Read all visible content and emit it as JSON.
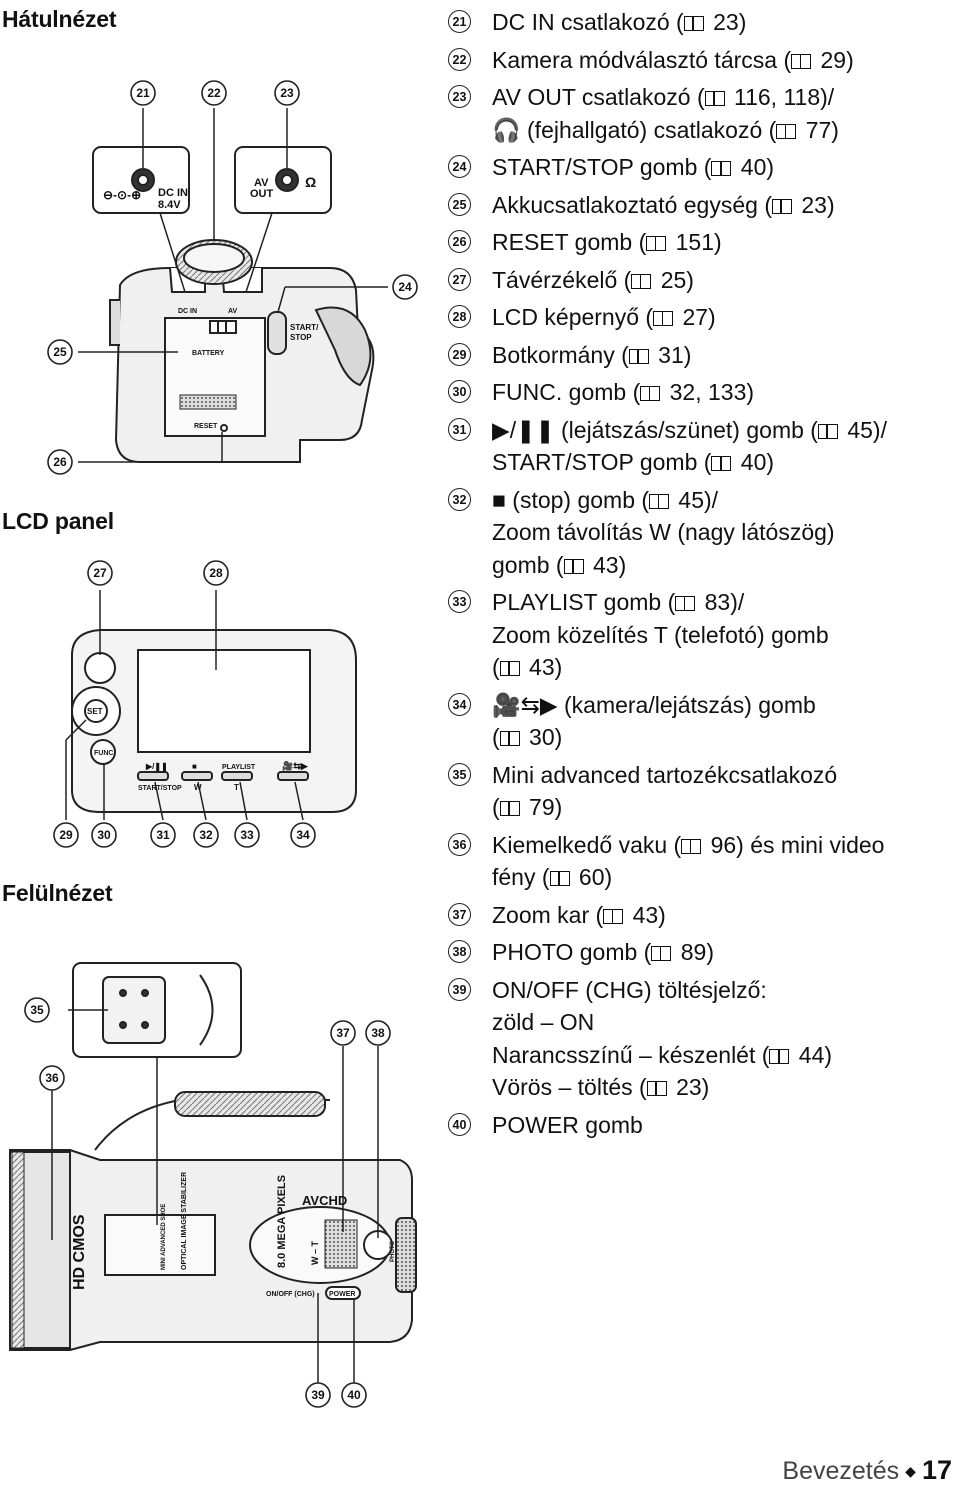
{
  "sections": {
    "back": "Hátulnézet",
    "lcd": "LCD panel",
    "top": "Felülnézet"
  },
  "callouts": {
    "c21": "21",
    "c22": "22",
    "c23": "23",
    "c24": "24",
    "c25": "25",
    "c26": "26",
    "c27": "27",
    "c28": "28",
    "c29": "29",
    "c30": "30",
    "c31": "31",
    "c32": "32",
    "c33": "33",
    "c34": "34",
    "c35": "35",
    "c36": "36",
    "c37": "37",
    "c38": "38",
    "c39": "39",
    "c40": "40"
  },
  "device_labels": {
    "dc_in": "DC IN",
    "dc_voltage": "8.4V",
    "av_out_top": "AV",
    "av_out_bottom": "OUT",
    "dc_in_small": "DC IN",
    "av_small": "AV",
    "battery": "BATTERY",
    "reset": "RESET",
    "start_stop_top": "START/",
    "start_stop_bottom": "STOP",
    "set": "SET",
    "func": "FUNC",
    "play_pause": "▶/❚❚",
    "start_stop_lcd": "START/STOP",
    "stop_sym": "■",
    "w": "W",
    "playlist": "PLAYLIST",
    "t": "T",
    "avchd": "AVCHD",
    "hd_cmos": "HD CMOS",
    "optical": "OPTICAL IMAGE STABILIZER",
    "megapixels": "8.0 MEGA PIXELS",
    "wt": "W – T",
    "photo": "PHOTO",
    "on_off_chg": "ON/OFF (CHG)",
    "power": "POWER",
    "mini_adv": "MINI ADVANCED SHOE"
  },
  "legend": [
    {
      "n": "21",
      "lines": [
        "DC IN csatlakozó ([B] 23)"
      ]
    },
    {
      "n": "22",
      "lines": [
        "Kamera módválasztó tárcsa ([B] 29)"
      ]
    },
    {
      "n": "23",
      "lines": [
        "AV OUT csatlakozó ([B] 116, 118)/",
        "🎧 (fejhallgató) csatlakozó ([B] 77)"
      ]
    },
    {
      "n": "24",
      "lines": [
        "START/STOP gomb ([B] 40)"
      ]
    },
    {
      "n": "25",
      "lines": [
        "Akkucsatlakoztató egység ([B] 23)"
      ]
    },
    {
      "n": "26",
      "lines": [
        "RESET gomb ([B] 151)"
      ]
    },
    {
      "n": "27",
      "lines": [
        "Távérzékelő ([B] 25)"
      ]
    },
    {
      "n": "28",
      "lines": [
        "LCD képernyő ([B] 27)"
      ]
    },
    {
      "n": "29",
      "lines": [
        "Botkormány ([B] 31)"
      ]
    },
    {
      "n": "30",
      "lines": [
        "FUNC. gomb ([B] 32, 133)"
      ]
    },
    {
      "n": "31",
      "lines": [
        "▶/❚❚ (lejátszás/szünet) gomb ([B] 45)/",
        "START/STOP gomb ([B] 40)"
      ]
    },
    {
      "n": "32",
      "lines": [
        "■ (stop) gomb ([B] 45)/",
        "Zoom távolítás W (nagy látószög)",
        "gomb ([B] 43)"
      ]
    },
    {
      "n": "33",
      "lines": [
        "PLAYLIST gomb ([B] 83)/",
        "Zoom közelítés T (telefotó) gomb",
        "([B] 43)"
      ]
    },
    {
      "n": "34",
      "lines": [
        "🎥⇆▶ (kamera/lejátszás) gomb",
        "([B] 30)"
      ]
    },
    {
      "n": "35",
      "lines": [
        "Mini advanced tartozékcsatlakozó",
        "([B] 79)"
      ]
    },
    {
      "n": "36",
      "lines": [
        "Kiemelkedő vaku ([B] 96) és mini video",
        "fény ([B] 60)"
      ]
    },
    {
      "n": "37",
      "lines": [
        "Zoom kar ([B] 43)"
      ]
    },
    {
      "n": "38",
      "lines": [
        "PHOTO gomb ([B] 89)"
      ]
    },
    {
      "n": "39",
      "lines": [
        "ON/OFF (CHG) töltésjelző:",
        "zöld – ON",
        "Narancsszínű – készenlét ([B] 44)",
        "Vörös – töltés ([B] 23)"
      ]
    },
    {
      "n": "40",
      "lines": [
        "POWER gomb"
      ]
    }
  ],
  "footer": {
    "chapter": "Bevezetés",
    "page": "17"
  }
}
